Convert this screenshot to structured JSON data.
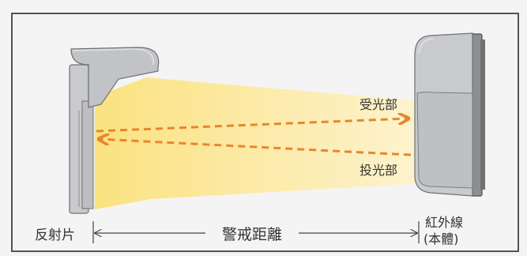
{
  "labels": {
    "reflector": "反射片",
    "receiver": "受光部",
    "emitter": "投光部",
    "distance": "警戒距離",
    "sensor_line1": "紅外線",
    "sensor_line2": "(本體)"
  },
  "colors": {
    "background": "#f4f4f4",
    "frame": "#2b2b2b",
    "device_body": "#c2c3c6",
    "device_face": "#d9dadc",
    "device_dark": "#6f7073",
    "beam": "#fbe38a",
    "arrow": "#e9862b",
    "text": "#333333"
  }
}
